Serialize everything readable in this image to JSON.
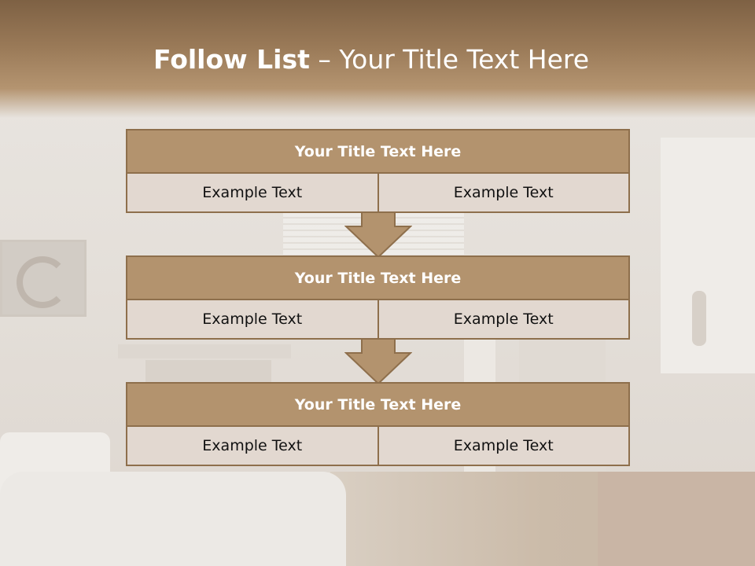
{
  "slide": {
    "title_bold": "Follow List",
    "title_rest": " – Your Title Text Here",
    "accent_color": "#b3936e",
    "border_color": "#8e6f4c",
    "cell_color": "#e2d8d0"
  },
  "steps": [
    {
      "title": "Your Title Text Here",
      "left": "Example Text",
      "right": "Example Text"
    },
    {
      "title": "Your Title Text Here",
      "left": "Example Text",
      "right": "Example Text"
    },
    {
      "title": "Your Title Text Here",
      "left": "Example Text",
      "right": "Example Text"
    }
  ]
}
